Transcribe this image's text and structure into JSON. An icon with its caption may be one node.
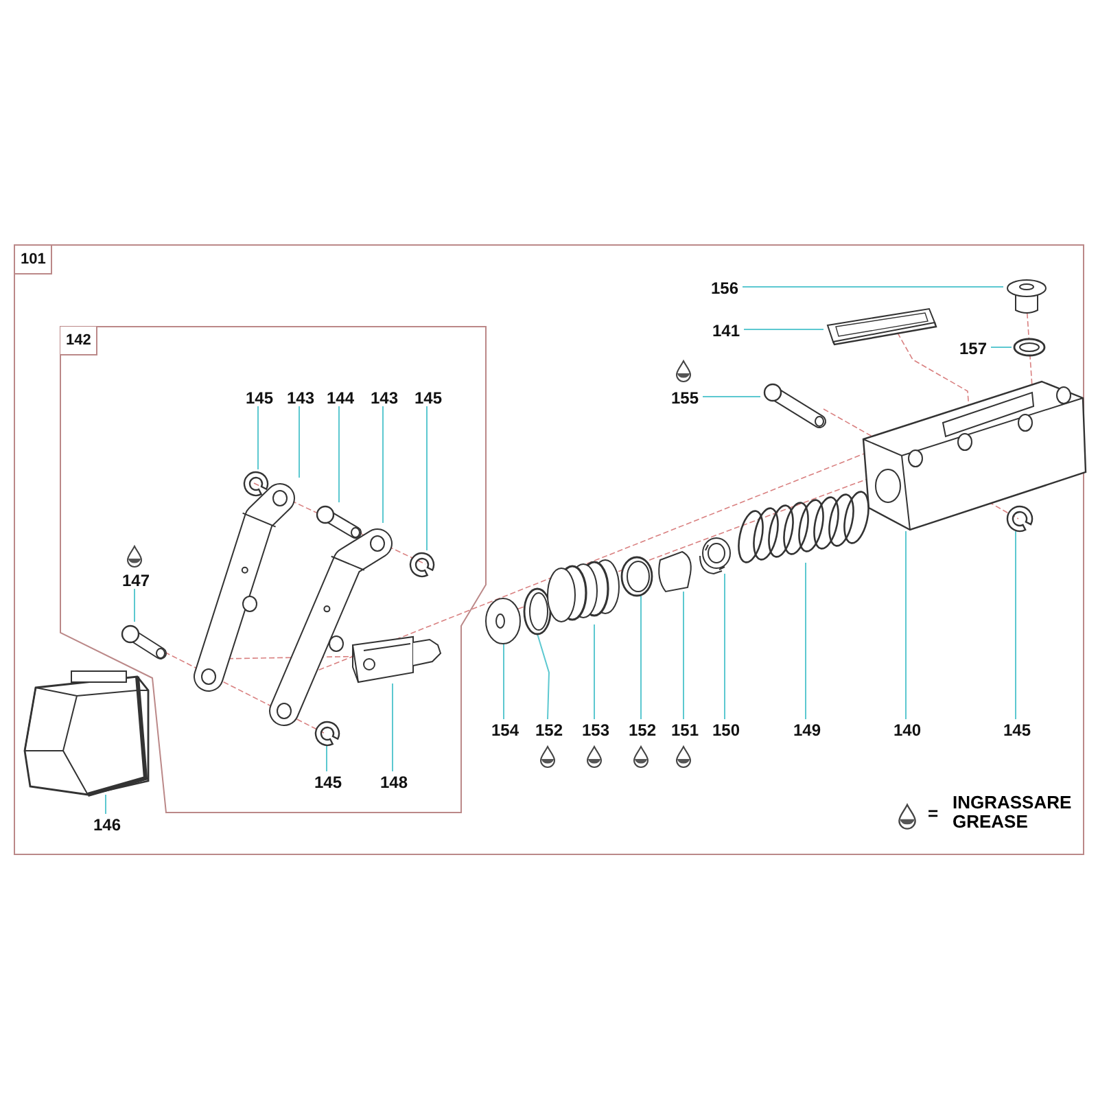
{
  "diagram": {
    "nodes": [
      {
        "text": [
          "101"
        ]
      },
      {
        "text": [
          "142"
        ],
        "in": 0
      },
      {
        "text": [
          "145"
        ],
        "in": 1
      },
      {
        "text": [
          "143"
        ],
        "in": 1
      },
      {
        "text": [
          "144"
        ],
        "in": 1
      },
      {
        "text": [
          "143"
        ],
        "in": 1
      },
      {
        "text": [
          "145"
        ],
        "in": 1
      },
      {
        "text": [
          "147"
        ],
        "in": 1
      },
      {
        "text": [
          "145"
        ],
        "in": 1
      },
      {
        "text": [
          "148"
        ],
        "in": 1
      },
      {
        "text": [
          "146"
        ],
        "in": 0
      },
      {
        "text": [
          "156"
        ],
        "in": 0
      },
      {
        "text": [
          "141"
        ],
        "in": 0
      },
      {
        "text": [
          "157"
        ],
        "in": 0
      },
      {
        "text": [
          "155"
        ],
        "in": 0
      },
      {
        "text": [
          "154"
        ],
        "in": 0
      },
      {
        "text": [
          "152"
        ],
        "in": 0
      },
      {
        "text": [
          "153"
        ],
        "in": 0
      },
      {
        "text": [
          "152"
        ],
        "in": 0
      },
      {
        "text": [
          "151"
        ],
        "in": 0
      },
      {
        "text": [
          "150"
        ],
        "in": 0
      },
      {
        "text": [
          "149"
        ],
        "in": 0
      },
      {
        "text": [
          "140"
        ],
        "in": 0
      },
      {
        "text": [
          "145"
        ],
        "in": 0
      },
      {
        "text": [],
        "shape": "picture",
        "in": 1
      },
      {
        "text": [],
        "shape": "picture",
        "in": 1
      },
      {
        "text": [],
        "shape": "picture",
        "in": 1
      },
      {
        "text": [],
        "shape": "picture",
        "in": 1
      },
      {
        "text": [],
        "shape": "picture",
        "in": 1
      },
      {
        "text": [],
        "shape": "picture",
        "in": 1
      },
      {
        "text": [],
        "shape": "picture",
        "in": 1
      },
      {
        "text": [],
        "shape": "picture",
        "in": 1
      },
      {
        "text": [],
        "shape": "picture",
        "in": 0
      },
      {
        "text": [],
        "shape": "picture",
        "in": 0
      },
      {
        "text": [],
        "shape": "picture",
        "in": 0
      },
      {
        "text": [],
        "shape": "picture",
        "in": 0
      },
      {
        "text": [],
        "shape": "picture",
        "in": 0
      },
      {
        "text": [],
        "shape": "picture",
        "in": 0
      },
      {
        "text": [],
        "shape": "picture",
        "in": 0
      },
      {
        "text": [],
        "shape": "picture",
        "in": 0
      },
      {
        "text": [],
        "shape": "picture",
        "in": 0
      },
      {
        "text": [],
        "shape": "picture",
        "in": 0
      },
      {
        "text": [],
        "shape": "picture",
        "in": 0
      },
      {
        "text": [],
        "shape": "picture",
        "in": 0
      },
      {
        "text": [],
        "shape": "picture",
        "in": 0
      },
      {
        "text": [],
        "shape": "picture",
        "in": 0
      }
    ],
    "edges": [
      {
        "from": 2,
        "to": 24,
        "arrow": "none"
      },
      {
        "from": 3,
        "to": 25,
        "arrow": "none"
      },
      {
        "from": 4,
        "to": 26,
        "arrow": "none"
      },
      {
        "from": 5,
        "to": 27,
        "arrow": "none"
      },
      {
        "from": 6,
        "to": 28,
        "arrow": "none"
      },
      {
        "from": 7,
        "to": 29,
        "arrow": "none"
      },
      {
        "from": 8,
        "to": 31,
        "arrow": "none"
      },
      {
        "from": 9,
        "to": 30,
        "arrow": "none"
      },
      {
        "from": 10,
        "to": 32,
        "arrow": "none"
      },
      {
        "from": 11,
        "to": 44,
        "arrow": "none"
      },
      {
        "from": 12,
        "to": 43,
        "arrow": "none"
      },
      {
        "from": 13,
        "to": 45,
        "arrow": "none"
      },
      {
        "from": 14,
        "to": 42,
        "arrow": "none"
      },
      {
        "from": 15,
        "to": 33,
        "arrow": "none"
      },
      {
        "from": 16,
        "to": 34,
        "arrow": "none"
      },
      {
        "from": 17,
        "to": 35,
        "arrow": "none"
      },
      {
        "from": 18,
        "to": 36,
        "arrow": "none"
      },
      {
        "from": 19,
        "to": 37,
        "arrow": "none"
      },
      {
        "from": 20,
        "to": 38,
        "arrow": "none"
      },
      {
        "from": 21,
        "to": 39,
        "arrow": "none"
      },
      {
        "from": 22,
        "to": 40,
        "arrow": "none"
      },
      {
        "from": 23,
        "to": 41,
        "arrow": "none"
      }
    ],
    "labels": [
      "="
    ],
    "legend": [
      {
        "text": "INGRASSARE GREASE"
      }
    ]
  }
}
